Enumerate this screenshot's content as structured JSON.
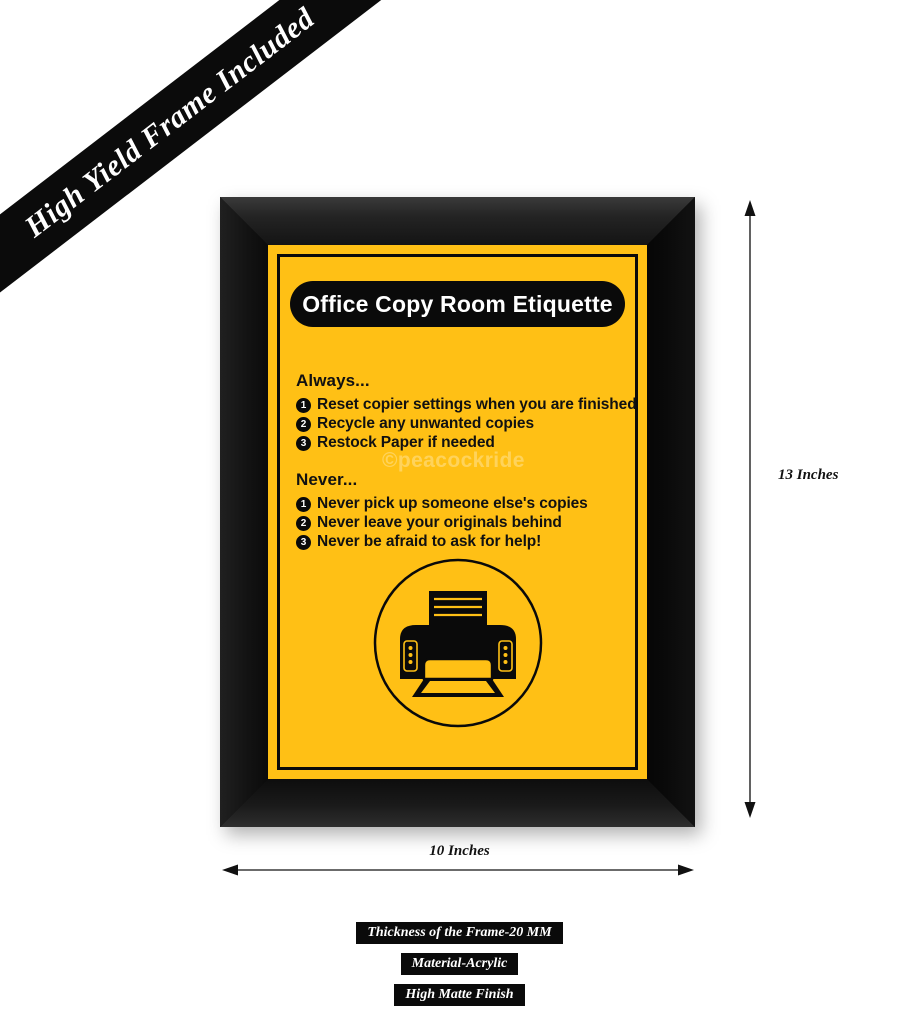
{
  "banner": {
    "text": "High Yield Frame Included",
    "background_color": "#0b0b0b",
    "text_color": "#ffffff"
  },
  "poster": {
    "background_color": "#FFC015",
    "border_color": "#0a0a0a",
    "title": "Office Copy Room Etiquette",
    "watermark": "©peacockride",
    "sections": [
      {
        "heading": "Always...",
        "items": [
          {
            "number": "1",
            "text": "Reset copier settings when you are finished"
          },
          {
            "number": "2",
            "text": "Recycle any unwanted copies"
          },
          {
            "number": "3",
            "text": "Restock Paper if needed"
          }
        ]
      },
      {
        "heading": "Never...",
        "items": [
          {
            "number": "1",
            "text": "Never pick up someone else's copies"
          },
          {
            "number": "2",
            "text": "Never leave your originals behind"
          },
          {
            "number": "3",
            "text": "Never be afraid to ask for help!"
          }
        ]
      }
    ],
    "emblem": "printer-icon"
  },
  "dimensions": {
    "height_label": "13 Inches",
    "width_label": "10 Inches"
  },
  "specs": [
    "Thickness of the Frame-20 MM",
    "Material-Acrylic",
    "High Matte Finish"
  ]
}
